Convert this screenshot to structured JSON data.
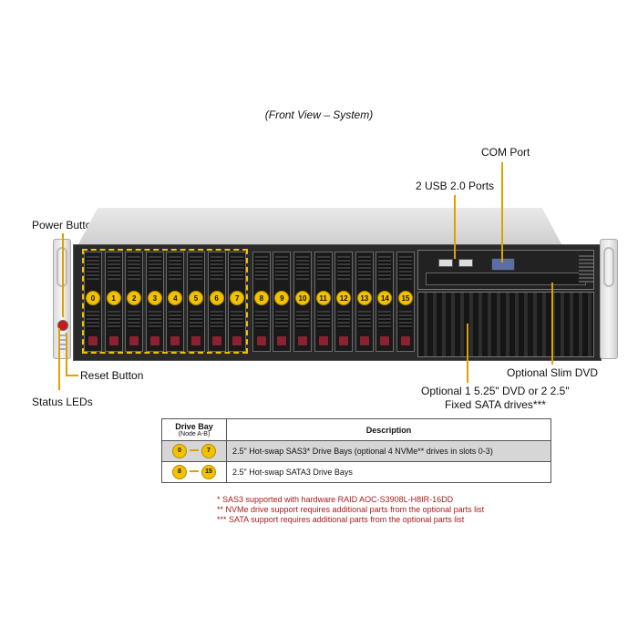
{
  "caption": "(Front View – System)",
  "callouts": {
    "com_port": "COM Port",
    "usb_ports": "2 USB 2.0 Ports",
    "power_button": "Power Button",
    "reset_button": "Reset Button",
    "status_leds": "Status LEDs",
    "optional_slim_dvd": "Optional Slim DVD",
    "optional_dvd_line1": "Optional 1 5.25\" DVD or 2 2.5\"",
    "optional_dvd_line2": "Fixed SATA drives***"
  },
  "bays": [
    "0",
    "1",
    "2",
    "3",
    "4",
    "5",
    "6",
    "7",
    "8",
    "9",
    "10",
    "11",
    "12",
    "13",
    "14",
    "15"
  ],
  "table": {
    "header_bay": "Drive Bay",
    "header_bay_sub": "(Node A-B)",
    "header_desc": "Description",
    "rows": [
      {
        "from": "0",
        "to": "7",
        "desc": "2.5\" Hot-swap SAS3* Drive Bays (optional 4 NVMe** drives in slots 0-3)"
      },
      {
        "from": "8",
        "to": "15",
        "desc": "2.5\" Hot-swap SATA3 Drive Bays"
      }
    ]
  },
  "notes": [
    "* SAS3 supported with hardware RAID AOC-S3908L-H8IR-16DD",
    "** NVMe drive support requires additional parts from the optional parts list",
    "*** SATA support requires additional parts from the optional parts list"
  ],
  "colors": {
    "accent": "#f2c100",
    "note_red": "#a61c1c",
    "row_gray": "#d6d6d6"
  }
}
